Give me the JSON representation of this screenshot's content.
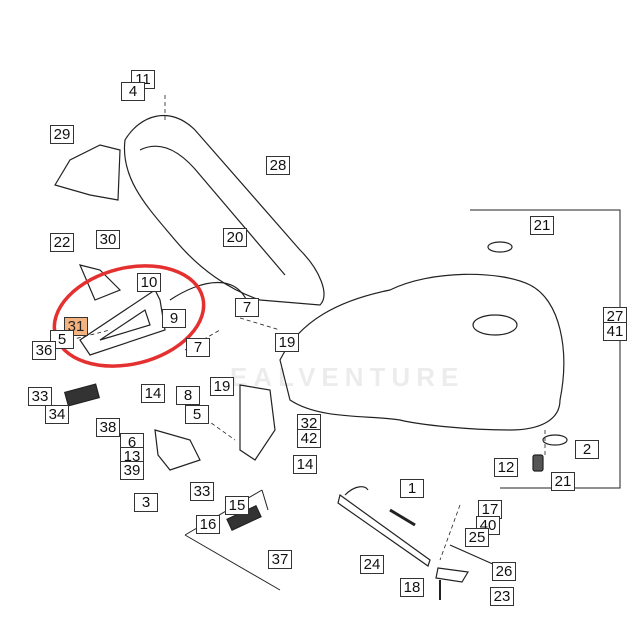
{
  "diagram_title": "",
  "watermark": "EALVENTURE",
  "highlight_color": "#f4b27e",
  "circle_color": "#e53030",
  "labels": {
    "l11": "11",
    "l4": "4",
    "l29": "29",
    "l28": "28",
    "l30": "30",
    "l20": "20",
    "l22": "22",
    "l21a": "21",
    "l10": "10",
    "l9": "9",
    "l31": "31",
    "l5a": "5",
    "l36": "36",
    "l7a": "7",
    "l7b": "7",
    "l19a": "19",
    "l19b": "19",
    "l14a": "14",
    "l8": "8",
    "l33a": "33",
    "l34": "34",
    "l38": "38",
    "l5b": "5",
    "l32": "32",
    "l42": "42",
    "l14b": "14",
    "l6": "6",
    "l13": "13",
    "l39": "39",
    "l3": "3",
    "l33b": "33",
    "l15": "15",
    "l16": "16",
    "l37": "37",
    "l1": "1",
    "l17": "17",
    "l40": "40",
    "l25": "25",
    "l24": "24",
    "l26": "26",
    "l18": "18",
    "l23": "23",
    "l12": "12",
    "l21b": "21",
    "l2": "2",
    "l27": "27",
    "l41": "41"
  }
}
